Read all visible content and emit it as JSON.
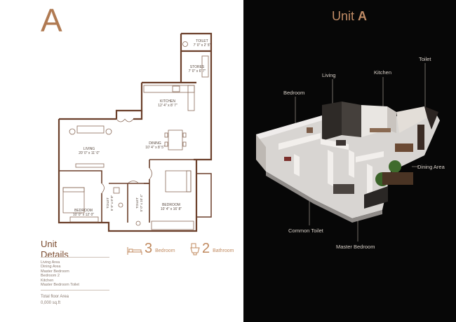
{
  "plan": {
    "letter": "A",
    "rooms": {
      "toilet_top": {
        "name": "TOILET",
        "size": "7' 0\" x 2' 5\""
      },
      "stores": {
        "name": "STORES",
        "size": "7' 0\" x 6' 7\""
      },
      "kitchen": {
        "name": "KITCHEN",
        "size": "12' 4\" x 8' 7\""
      },
      "dining": {
        "name": "DINING",
        "size": "10' 4\" x 8' 5\""
      },
      "living": {
        "name": "LIVING",
        "size": "20' 0\" x 11' 0\""
      },
      "bedroom_right": {
        "name": "BEDROOM",
        "size": "10' 4\" x 16' 8\""
      },
      "bedroom_left": {
        "name": "BEDROOM",
        "size": "10' 0\" x 12' 0\""
      },
      "toilet_mid": {
        "name": "TOILET",
        "size": "5' 0\" x 8' 8\""
      },
      "toilet_right": {
        "name": "TOILET",
        "size": "5' 0\" x 10' 4\""
      }
    }
  },
  "details": {
    "title_line1": "Unit",
    "title_line2": "Details",
    "items": [
      "Living Area",
      "Dining Area",
      "Master Bedroom",
      "Bedroom 2",
      "Kitchen",
      "Master Bedroom Toilet"
    ],
    "total_area_label": "Total floor Area",
    "total_area_value": "0,000 sq.ft"
  },
  "features": {
    "bedroom": {
      "count": "3",
      "label": "Bedroom"
    },
    "bathroom": {
      "count": "2",
      "label": "Bathroom"
    }
  },
  "render": {
    "title_prefix": "Unit",
    "title_letter": "A",
    "labels": {
      "living": "Living",
      "kitchen": "Kitchen",
      "toilet": "Toilet",
      "bedroom": "Bedroom",
      "dining_area": "Dining Area",
      "common_toilet": "Common Toilet",
      "master_bedroom": "Master Bedroom"
    }
  },
  "colors": {
    "accent": "#b07a52",
    "wall": "#6b3f2a",
    "dark_panel": "#070707"
  }
}
